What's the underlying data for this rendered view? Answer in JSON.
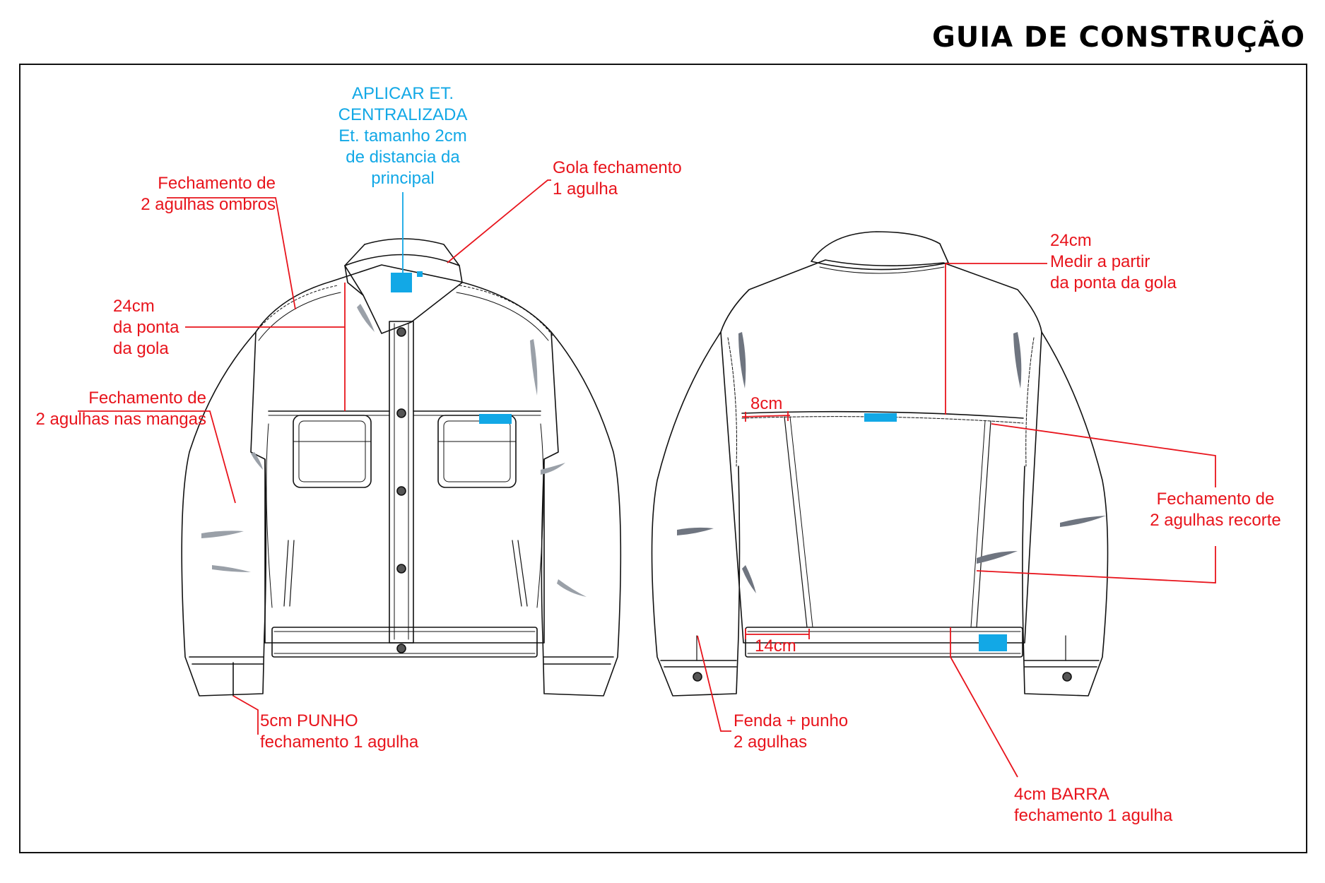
{
  "title": "GUIA DE CONSTRUÇÃO",
  "colors": {
    "annotation": "#e8141c",
    "label_tag": "#12a8e6",
    "outline": "#111111"
  },
  "annotations": {
    "label_tag": [
      "APLICAR ET.",
      "CENTRALIZADA",
      "Et. tamanho 2cm",
      "de distancia da",
      "principal"
    ],
    "shoulders": [
      "Fechamento de",
      "2 agulhas ombros"
    ],
    "collar": [
      "Gola fechamento",
      "1 agulha"
    ],
    "yoke_front": [
      "24cm",
      "da ponta",
      "da gola"
    ],
    "sleeves": [
      "Fechamento de",
      "2 agulhas nas mangas"
    ],
    "cuff": [
      "5cm PUNHO",
      "fechamento 1 agulha"
    ],
    "yoke_back": [
      "24cm",
      "Medir a partir",
      "da ponta da gola"
    ],
    "back_panel_top": "8cm",
    "back_seams": [
      "Fechamento de",
      "2 agulhas recorte"
    ],
    "back_panel_bottom": "14cm",
    "vent": [
      "Fenda + punho",
      "2 agulhas"
    ],
    "hem": [
      "4cm BARRA",
      "fechamento 1 agulha"
    ]
  }
}
